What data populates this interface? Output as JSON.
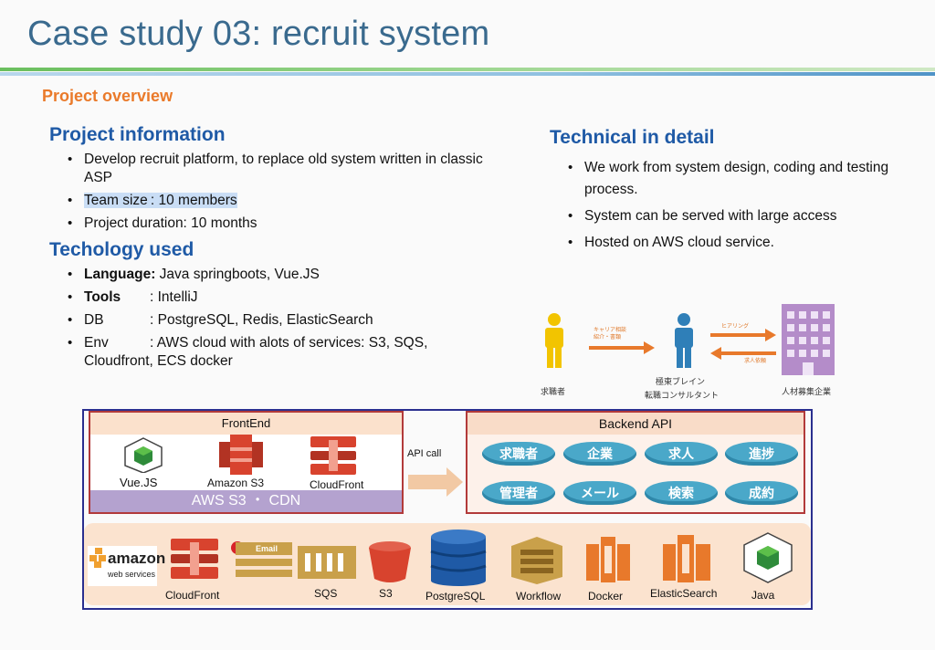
{
  "title": "Case study 03: recruit system",
  "overview_label": "Project overview",
  "project_info": {
    "heading": "Project information",
    "items": [
      "Develop recruit platform, to replace old system written in classic ASP",
      "Team size : 10 members",
      "Project duration: 10 months"
    ]
  },
  "technology": {
    "heading": "Techology used",
    "items": [
      {
        "key": "Language:",
        "value": " Java springboots, Vue.JS"
      },
      {
        "key": "Tools",
        "value": ": IntelliJ"
      },
      {
        "key": "DB",
        "value": ": PostgreSQL, Redis, ElasticSearch"
      },
      {
        "key": "Env",
        "value": ": AWS cloud with alots of services: S3, SQS, Cloudfront, ECS  docker"
      }
    ]
  },
  "technical": {
    "heading": "Technical in detail",
    "items": [
      "We work from system design, coding and testing process.",
      "System can be served with large access",
      "Hosted on AWS cloud service."
    ]
  },
  "flow": {
    "left_person": "求職者",
    "arrow1_label_a": "キャリア相談",
    "arrow1_label_b": "紹介・書類",
    "middle_person_a": "極東ブレイン",
    "middle_person_b": "転職コンサルタント",
    "arrow2_top": "ヒアリング",
    "arrow2_bottom": "求人依頼",
    "right_building": "人材募集企業",
    "colors": {
      "yellow": "#f2c400",
      "blue": "#2f7fb8",
      "orange": "#e8792b",
      "building": "#b48cc9"
    }
  },
  "architecture": {
    "frontend": {
      "heading": "FrontEnd",
      "items": [
        "Vue.JS",
        "Amazon S3",
        "CloudFront"
      ],
      "footer": "AWS S3 ・ CDN"
    },
    "api_call": "API call",
    "backend": {
      "heading": "Backend API",
      "modules": [
        "求職者",
        "企業",
        "求人",
        "進捗",
        "管理者",
        "メール",
        "検索",
        "成約"
      ]
    },
    "infra": {
      "amazon_logo": "amazon",
      "amazon_sub": "web services",
      "email_label": "Email",
      "items": [
        "CloudFront",
        "SQS",
        "S3",
        "PostgreSQL",
        "Workflow",
        "Docker",
        "ElasticSearch",
        "Java"
      ]
    }
  }
}
